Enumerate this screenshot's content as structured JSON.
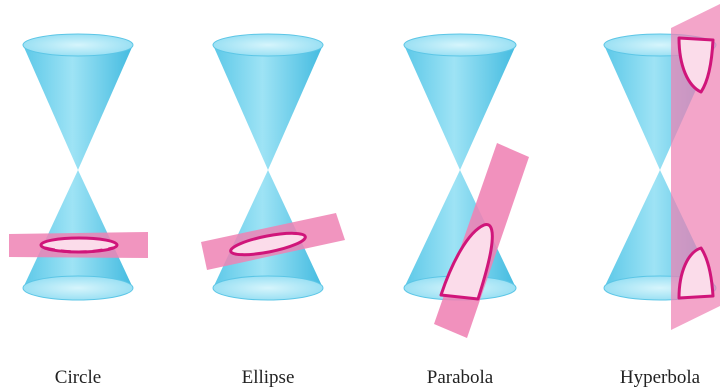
{
  "figures": [
    {
      "id": "circle",
      "label": "Circle"
    },
    {
      "id": "ellipse",
      "label": "Ellipse"
    },
    {
      "id": "parabola",
      "label": "Parabola"
    },
    {
      "id": "hyperbola",
      "label": "Hyperbola"
    }
  ],
  "colors": {
    "cone_fill": "#7fd6ef",
    "cone_light": "#b9ecf9",
    "cone_dark": "#4cc0e2",
    "plane": "#ef82b4",
    "section_fill": "#fbdcea",
    "section_stroke": "#d0157a",
    "caption": "#222222"
  }
}
